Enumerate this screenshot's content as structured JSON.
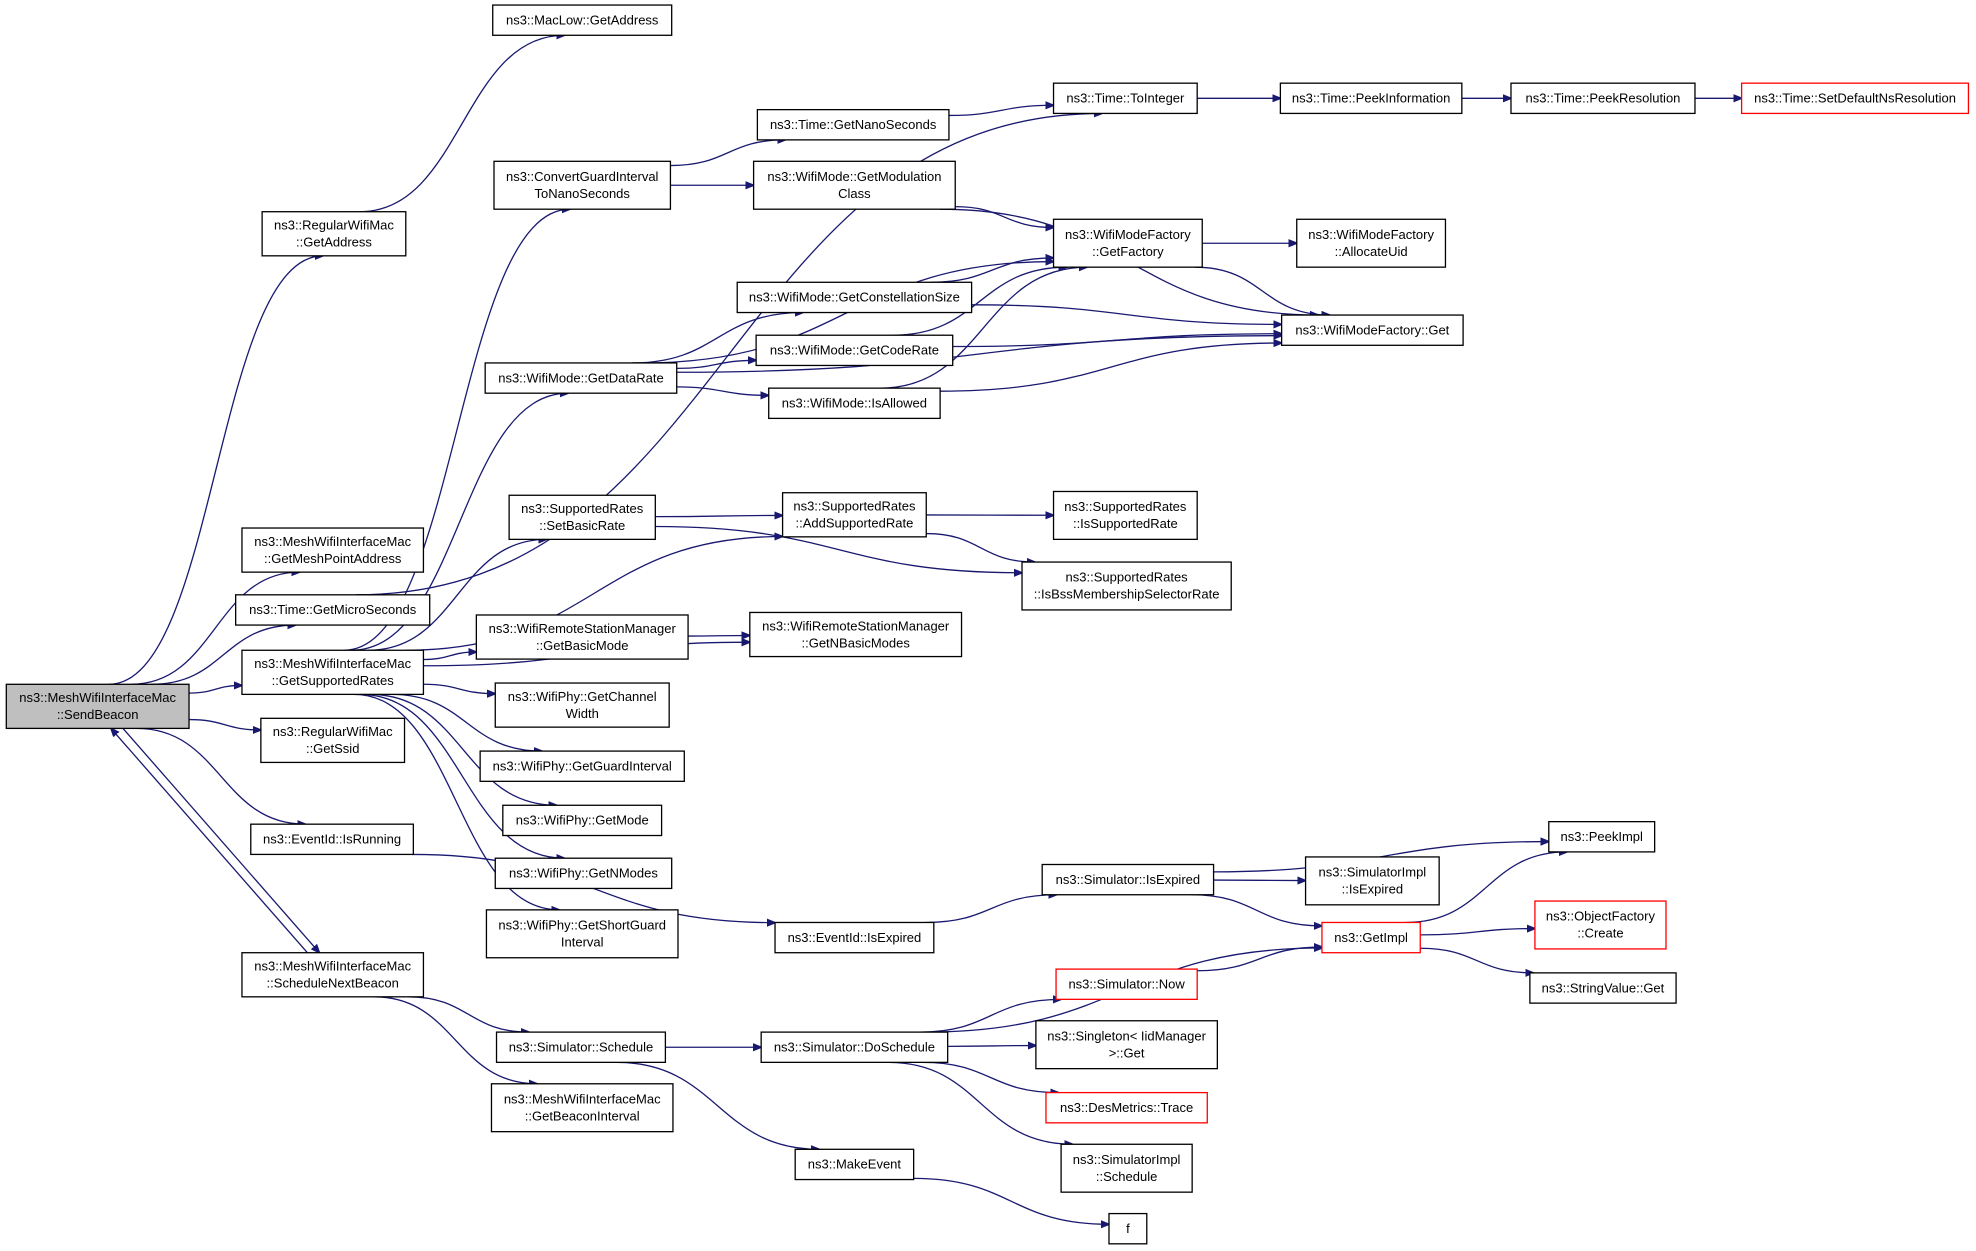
{
  "nodes": [
    {
      "id": "root",
      "lines": [
        "ns3::MeshWifiInterfaceMac",
        "::SendBeacon"
      ],
      "root": true
    },
    {
      "id": "rwm_getaddress",
      "lines": [
        "ns3::RegularWifiMac",
        "::GetAddress"
      ]
    },
    {
      "id": "maclow_getaddress",
      "lines": [
        "ns3::MacLow::GetAddress"
      ]
    },
    {
      "id": "getmeshpoint",
      "lines": [
        "ns3::MeshWifiInterfaceMac",
        "::GetMeshPointAddress"
      ]
    },
    {
      "id": "getmicro",
      "lines": [
        "ns3::Time::GetMicroSeconds"
      ]
    },
    {
      "id": "getsupported",
      "lines": [
        "ns3::MeshWifiInterfaceMac",
        "::GetSupportedRates"
      ]
    },
    {
      "id": "getssid",
      "lines": [
        "ns3::RegularWifiMac",
        "::GetSsid"
      ]
    },
    {
      "id": "isrunning",
      "lines": [
        "ns3::EventId::IsRunning"
      ]
    },
    {
      "id": "schednext",
      "lines": [
        "ns3::MeshWifiInterfaceMac",
        "::ScheduleNextBeacon"
      ]
    },
    {
      "id": "convguard",
      "lines": [
        "ns3::ConvertGuardInterval",
        "ToNanoSeconds"
      ]
    },
    {
      "id": "getdatarate",
      "lines": [
        "ns3::WifiMode::GetDataRate"
      ]
    },
    {
      "id": "setbasicrate",
      "lines": [
        "ns3::SupportedRates",
        "::SetBasicRate"
      ]
    },
    {
      "id": "getbasicmode",
      "lines": [
        "ns3::WifiRemoteStationManager",
        "::GetBasicMode"
      ]
    },
    {
      "id": "getchanwidth",
      "lines": [
        "ns3::WifiPhy::GetChannel",
        "Width"
      ]
    },
    {
      "id": "getguard",
      "lines": [
        "ns3::WifiPhy::GetGuardInterval"
      ]
    },
    {
      "id": "getmode",
      "lines": [
        "ns3::WifiPhy::GetMode"
      ]
    },
    {
      "id": "getnmodes",
      "lines": [
        "ns3::WifiPhy::GetNModes"
      ]
    },
    {
      "id": "getshortguard",
      "lines": [
        "ns3::WifiPhy::GetShortGuard",
        "Interval"
      ]
    },
    {
      "id": "schedule",
      "lines": [
        "ns3::Simulator::Schedule"
      ]
    },
    {
      "id": "getbeaconint",
      "lines": [
        "ns3::MeshWifiInterfaceMac",
        "::GetBeaconInterval"
      ]
    },
    {
      "id": "getnano",
      "lines": [
        "ns3::Time::GetNanoSeconds"
      ]
    },
    {
      "id": "getmodclass",
      "lines": [
        "ns3::WifiMode::GetModulation",
        "Class"
      ]
    },
    {
      "id": "getconst",
      "lines": [
        "ns3::WifiMode::GetConstellationSize"
      ]
    },
    {
      "id": "getcoderate",
      "lines": [
        "ns3::WifiMode::GetCodeRate"
      ]
    },
    {
      "id": "isallowed",
      "lines": [
        "ns3::WifiMode::IsAllowed"
      ]
    },
    {
      "id": "addsupported",
      "lines": [
        "ns3::SupportedRates",
        "::AddSupportedRate"
      ]
    },
    {
      "id": "getnbasic",
      "lines": [
        "ns3::WifiRemoteStationManager",
        "::GetNBasicModes"
      ]
    },
    {
      "id": "ev_isexpired",
      "lines": [
        "ns3::EventId::IsExpired"
      ]
    },
    {
      "id": "doschedule",
      "lines": [
        "ns3::Simulator::DoSchedule"
      ]
    },
    {
      "id": "makeevent",
      "lines": [
        "ns3::MakeEvent"
      ]
    },
    {
      "id": "tointeger",
      "lines": [
        "ns3::Time::ToInteger"
      ]
    },
    {
      "id": "getfactory",
      "lines": [
        "ns3::WifiModeFactory",
        "::GetFactory"
      ]
    },
    {
      "id": "wmf_get",
      "lines": [
        "ns3::WifiModeFactory::Get"
      ]
    },
    {
      "id": "issupported",
      "lines": [
        "ns3::SupportedRates",
        "::IsSupportedRate"
      ]
    },
    {
      "id": "isbss",
      "lines": [
        "ns3::SupportedRates",
        "::IsBssMembershipSelectorRate"
      ]
    },
    {
      "id": "sim_isexpired",
      "lines": [
        "ns3::Simulator::IsExpired"
      ]
    },
    {
      "id": "sim_now",
      "lines": [
        "ns3::Simulator::Now"
      ],
      "truncated": true
    },
    {
      "id": "singleton",
      "lines": [
        "ns3::Singleton< IidManager",
        ">::Get"
      ]
    },
    {
      "id": "desmetrics",
      "lines": [
        "ns3::DesMetrics::Trace"
      ],
      "truncated": true
    },
    {
      "id": "simimpl_sched",
      "lines": [
        "ns3::SimulatorImpl",
        "::Schedule"
      ]
    },
    {
      "id": "f",
      "lines": [
        "f"
      ]
    },
    {
      "id": "peekinfo",
      "lines": [
        "ns3::Time::PeekInformation"
      ]
    },
    {
      "id": "allocateuid",
      "lines": [
        "ns3::WifiModeFactory",
        "::AllocateUid"
      ]
    },
    {
      "id": "simimpl_isexp",
      "lines": [
        "ns3::SimulatorImpl",
        "::IsExpired"
      ]
    },
    {
      "id": "getimpl",
      "lines": [
        "ns3::GetImpl"
      ],
      "truncated": true
    },
    {
      "id": "peekres",
      "lines": [
        "ns3::Time::PeekResolution"
      ]
    },
    {
      "id": "peekimpl",
      "lines": [
        "ns3::PeekImpl"
      ]
    },
    {
      "id": "objfactory",
      "lines": [
        "ns3::ObjectFactory",
        "::Create"
      ],
      "truncated": true
    },
    {
      "id": "stringvalue",
      "lines": [
        "ns3::StringValue::Get"
      ]
    },
    {
      "id": "setdefaultns",
      "lines": [
        "ns3::Time::SetDefaultNsResolution"
      ],
      "truncated": true
    }
  ],
  "edges": [
    [
      "root",
      "rwm_getaddress"
    ],
    [
      "rwm_getaddress",
      "maclow_getaddress"
    ],
    [
      "root",
      "getmeshpoint"
    ],
    [
      "root",
      "getmicro"
    ],
    [
      "root",
      "getsupported"
    ],
    [
      "root",
      "getssid"
    ],
    [
      "root",
      "isrunning"
    ],
    [
      "root",
      "schednext"
    ],
    [
      "schednext",
      "root"
    ],
    [
      "getmicro",
      "tointeger"
    ],
    [
      "getsupported",
      "convguard"
    ],
    [
      "getsupported",
      "getdatarate"
    ],
    [
      "getsupported",
      "setbasicrate"
    ],
    [
      "getsupported",
      "addsupported"
    ],
    [
      "getsupported",
      "getbasicmode"
    ],
    [
      "getsupported",
      "getnbasic"
    ],
    [
      "getsupported",
      "getchanwidth"
    ],
    [
      "getsupported",
      "getguard"
    ],
    [
      "getsupported",
      "getmode"
    ],
    [
      "getsupported",
      "getnmodes"
    ],
    [
      "getsupported",
      "getshortguard"
    ],
    [
      "convguard",
      "getnano"
    ],
    [
      "convguard",
      "getmodclass"
    ],
    [
      "getnano",
      "tointeger"
    ],
    [
      "tointeger",
      "peekinfo"
    ],
    [
      "peekinfo",
      "peekres"
    ],
    [
      "peekres",
      "setdefaultns"
    ],
    [
      "getmodclass",
      "getfactory"
    ],
    [
      "getmodclass",
      "wmf_get"
    ],
    [
      "getdatarate",
      "getfactory"
    ],
    [
      "getdatarate",
      "getconst"
    ],
    [
      "getdatarate",
      "getcoderate"
    ],
    [
      "getdatarate",
      "isallowed"
    ],
    [
      "getdatarate",
      "wmf_get"
    ],
    [
      "getconst",
      "getfactory"
    ],
    [
      "getconst",
      "wmf_get"
    ],
    [
      "getcoderate",
      "getfactory"
    ],
    [
      "getcoderate",
      "wmf_get"
    ],
    [
      "isallowed",
      "getfactory"
    ],
    [
      "isallowed",
      "wmf_get"
    ],
    [
      "getfactory",
      "allocateuid"
    ],
    [
      "getfactory",
      "wmf_get"
    ],
    [
      "setbasicrate",
      "addsupported"
    ],
    [
      "setbasicrate",
      "isbss"
    ],
    [
      "addsupported",
      "issupported"
    ],
    [
      "addsupported",
      "isbss"
    ],
    [
      "getbasicmode",
      "getnbasic"
    ],
    [
      "isrunning",
      "ev_isexpired"
    ],
    [
      "ev_isexpired",
      "sim_isexpired"
    ],
    [
      "sim_isexpired",
      "peekimpl"
    ],
    [
      "sim_isexpired",
      "simimpl_isexp"
    ],
    [
      "sim_isexpired",
      "getimpl"
    ],
    [
      "getimpl",
      "peekimpl"
    ],
    [
      "getimpl",
      "objfactory"
    ],
    [
      "getimpl",
      "stringvalue"
    ],
    [
      "schednext",
      "schedule"
    ],
    [
      "schednext",
      "getbeaconint"
    ],
    [
      "schedule",
      "doschedule"
    ],
    [
      "schedule",
      "makeevent"
    ],
    [
      "doschedule",
      "getimpl"
    ],
    [
      "doschedule",
      "sim_now"
    ],
    [
      "doschedule",
      "singleton"
    ],
    [
      "doschedule",
      "desmetrics"
    ],
    [
      "doschedule",
      "simimpl_sched"
    ],
    [
      "sim_now",
      "getimpl"
    ],
    [
      "makeevent",
      "f"
    ]
  ]
}
